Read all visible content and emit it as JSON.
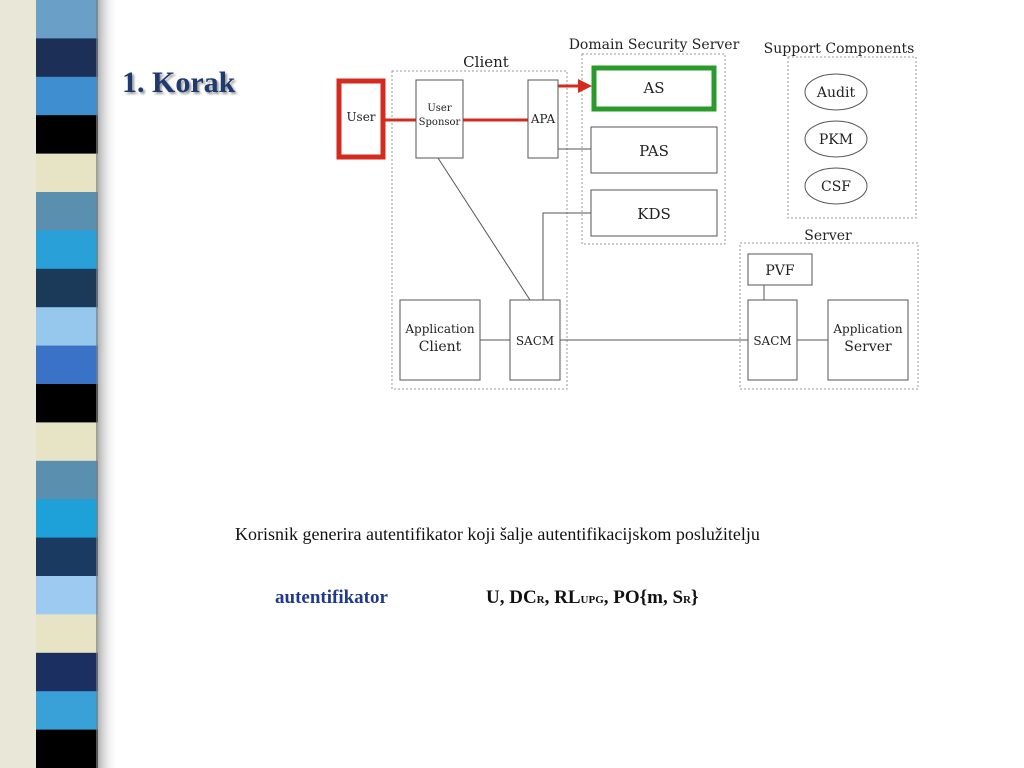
{
  "slide": {
    "title": "1. Korak",
    "caption": "Korisnik generira autentifikator koji šalje autentifikacijskom poslužitelju",
    "authenticator_label": "autentifikator",
    "authenticator_value": {
      "p1": "U, DC",
      "s1": "R",
      "p2": ", RL",
      "s2": "UPG",
      "p3": ", PO{m, S",
      "s3": "R",
      "p4": "}"
    }
  },
  "diagram": {
    "groups": {
      "client": "Client",
      "domain_security_server": "Domain Security Server",
      "support_components": "Support Components",
      "server": "Server"
    },
    "nodes": {
      "user": "User",
      "user_sponsor_line1": "User",
      "user_sponsor_line2": "Sponsor",
      "apa": "APA",
      "as": "AS",
      "pas": "PAS",
      "kds": "KDS",
      "audit": "Audit",
      "pkm": "PKM",
      "csf": "CSF",
      "pvf": "PVF",
      "client_sacm": "SACM",
      "server_sacm": "SACM",
      "app_client_line1": "Application",
      "app_client_line2": "Client",
      "app_server_line1": "Application",
      "app_server_line2": "Server"
    },
    "colors": {
      "highlight_red": "#d42a1f",
      "highlight_green": "#2a9a2a"
    }
  },
  "stripes": {
    "colors": [
      "#6a9fc8",
      "#1b2f57",
      "#3f8fd0",
      "#000000",
      "#e6e4c4",
      "#5a8fb0",
      "#2aa0d8",
      "#1b3a5a",
      "#96c8ee",
      "#3a72c8",
      "#000000",
      "#e6e4c4",
      "#5a8fb0",
      "#1ea0d8",
      "#1a3a62",
      "#9ccaf0",
      "#e6e4c4",
      "#1b3060",
      "#3aa0d8",
      "#000000"
    ]
  }
}
